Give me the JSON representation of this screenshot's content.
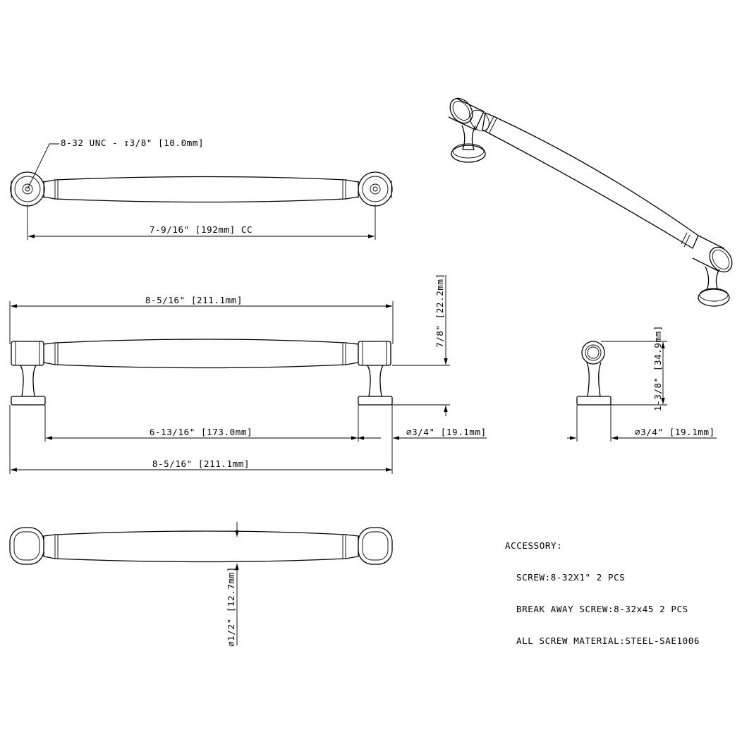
{
  "dimensions": {
    "thread_callout": "8-32 UNC - ↧3/8\" [10.0mm]",
    "center_to_center": "7-9/16\" [192mm] CC",
    "overall_length_top": "8-5/16\" [211.1mm]",
    "projection_height": "7/8\" [22.2mm]",
    "base_spacing": "6-13/16\" [173.0mm]",
    "base_diameter_front": "⌀3/4\" [19.1mm]",
    "overall_length_bottom": "8-5/16\" [211.1mm]",
    "side_height": "1-3/8\" [34.9mm]",
    "base_diameter_side": "⌀3/4\" [19.1mm]",
    "bar_diameter": "⌀1/2\" [12.7mm]"
  },
  "accessory": {
    "heading": "ACCESSORY:",
    "lines": [
      "SCREW:8-32X1\" 2 PCS",
      "BREAK AWAY SCREW:8-32x45 2 PCS",
      "ALL SCREW MATERIAL:STEEL-SAE1006"
    ]
  }
}
